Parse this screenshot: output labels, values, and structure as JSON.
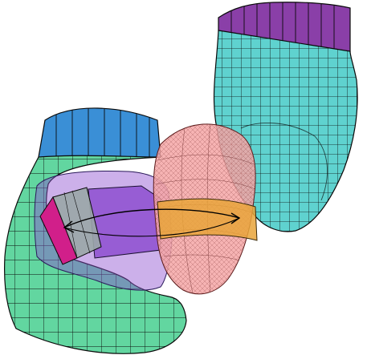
{
  "figure": {
    "description_label": "",
    "components": [
      {
        "name": "right-cyan-mesh",
        "color": "#5fd2cf",
        "cap_color": "#8a3fa8"
      },
      {
        "name": "left-green-mesh",
        "color": "#62d6a0",
        "cap_color": "#3a8fd6"
      },
      {
        "name": "central-pink-mesh",
        "color": "#f4a6a6"
      },
      {
        "name": "purple-transparent-insert",
        "color": "#8d4fd0"
      },
      {
        "name": "orange-band",
        "color": "#e9a43a"
      },
      {
        "name": "magenta-face",
        "color": "#d11f8a"
      },
      {
        "name": "gray-face",
        "color": "#9aa7a7"
      }
    ],
    "arrow": {
      "type": "double-headed-curve",
      "color": "#000000"
    }
  }
}
